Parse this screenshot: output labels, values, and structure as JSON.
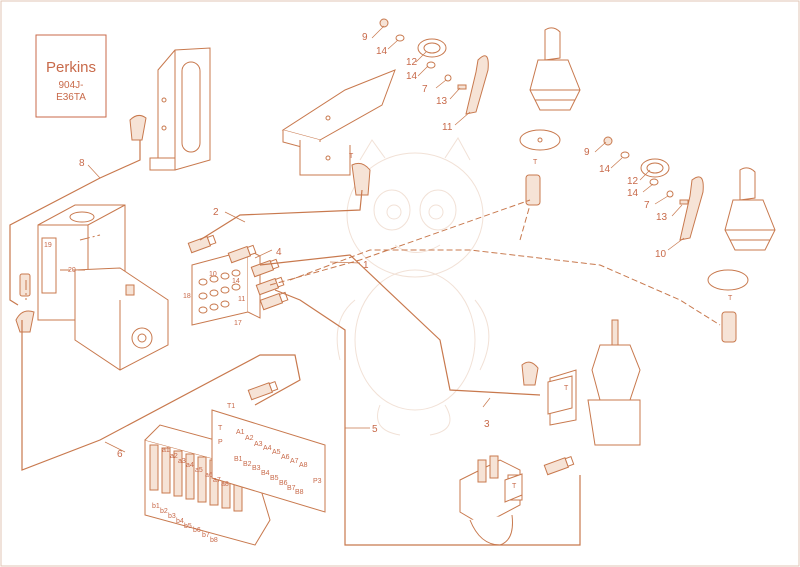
{
  "engine_label": {
    "brand": "Perkins",
    "model_line1": "904J-",
    "model_line2": "E36TA"
  },
  "callouts": [
    {
      "id": "c1",
      "text": "1"
    },
    {
      "id": "c2",
      "text": "2"
    },
    {
      "id": "c3",
      "text": "3"
    },
    {
      "id": "c4",
      "text": "4"
    },
    {
      "id": "c5",
      "text": "5"
    },
    {
      "id": "c6",
      "text": "6"
    },
    {
      "id": "c7a",
      "text": "7"
    },
    {
      "id": "c7b",
      "text": "7"
    },
    {
      "id": "c8",
      "text": "8"
    },
    {
      "id": "c9a",
      "text": "9"
    },
    {
      "id": "c9b",
      "text": "9"
    },
    {
      "id": "c10",
      "text": "10"
    },
    {
      "id": "c10m",
      "text": "10"
    },
    {
      "id": "c11",
      "text": "11"
    },
    {
      "id": "c11m",
      "text": "11"
    },
    {
      "id": "c12a",
      "text": "12"
    },
    {
      "id": "c12b",
      "text": "12"
    },
    {
      "id": "c13a",
      "text": "13"
    },
    {
      "id": "c13b",
      "text": "13"
    },
    {
      "id": "c14a",
      "text": "14"
    },
    {
      "id": "c14b",
      "text": "14"
    },
    {
      "id": "c14c",
      "text": "14"
    },
    {
      "id": "c14d",
      "text": "14"
    },
    {
      "id": "c14m",
      "text": "14"
    },
    {
      "id": "c17",
      "text": "17"
    },
    {
      "id": "c18",
      "text": "18"
    },
    {
      "id": "c19",
      "text": "19"
    },
    {
      "id": "c20",
      "text": "20"
    }
  ],
  "port_labels": {
    "T": "T",
    "T1": "T1",
    "P": "P",
    "P3": "P3",
    "A1": "A1",
    "A2": "A2",
    "A3": "A3",
    "A4": "A4",
    "A5": "A5",
    "A6": "A6",
    "A7": "A7",
    "A8": "A8",
    "B1": "B1",
    "B2": "B2",
    "B3": "B3",
    "B4": "B4",
    "B5": "B5",
    "B6": "B6",
    "B7": "B7",
    "B8": "B8",
    "a1": "a1",
    "a2": "a2",
    "a3": "a3",
    "a4": "a4",
    "a5": "a5",
    "a6": "a6",
    "a7": "a7",
    "a8": "a8",
    "b1": "b1",
    "b2": "b2",
    "b3": "b3",
    "b4": "b4",
    "b5": "b5",
    "b6": "b6",
    "b7": "b7",
    "b8": "b8"
  },
  "colors": {
    "line": "#c8794e",
    "label": "#c86a4a",
    "fill": "#f6e3d6",
    "watermark": "#e7c9b6"
  },
  "icons": [
    "joystick-icon",
    "hydraulic-valve-icon",
    "engine-bracket-icon",
    "hose-fitting-icon"
  ]
}
